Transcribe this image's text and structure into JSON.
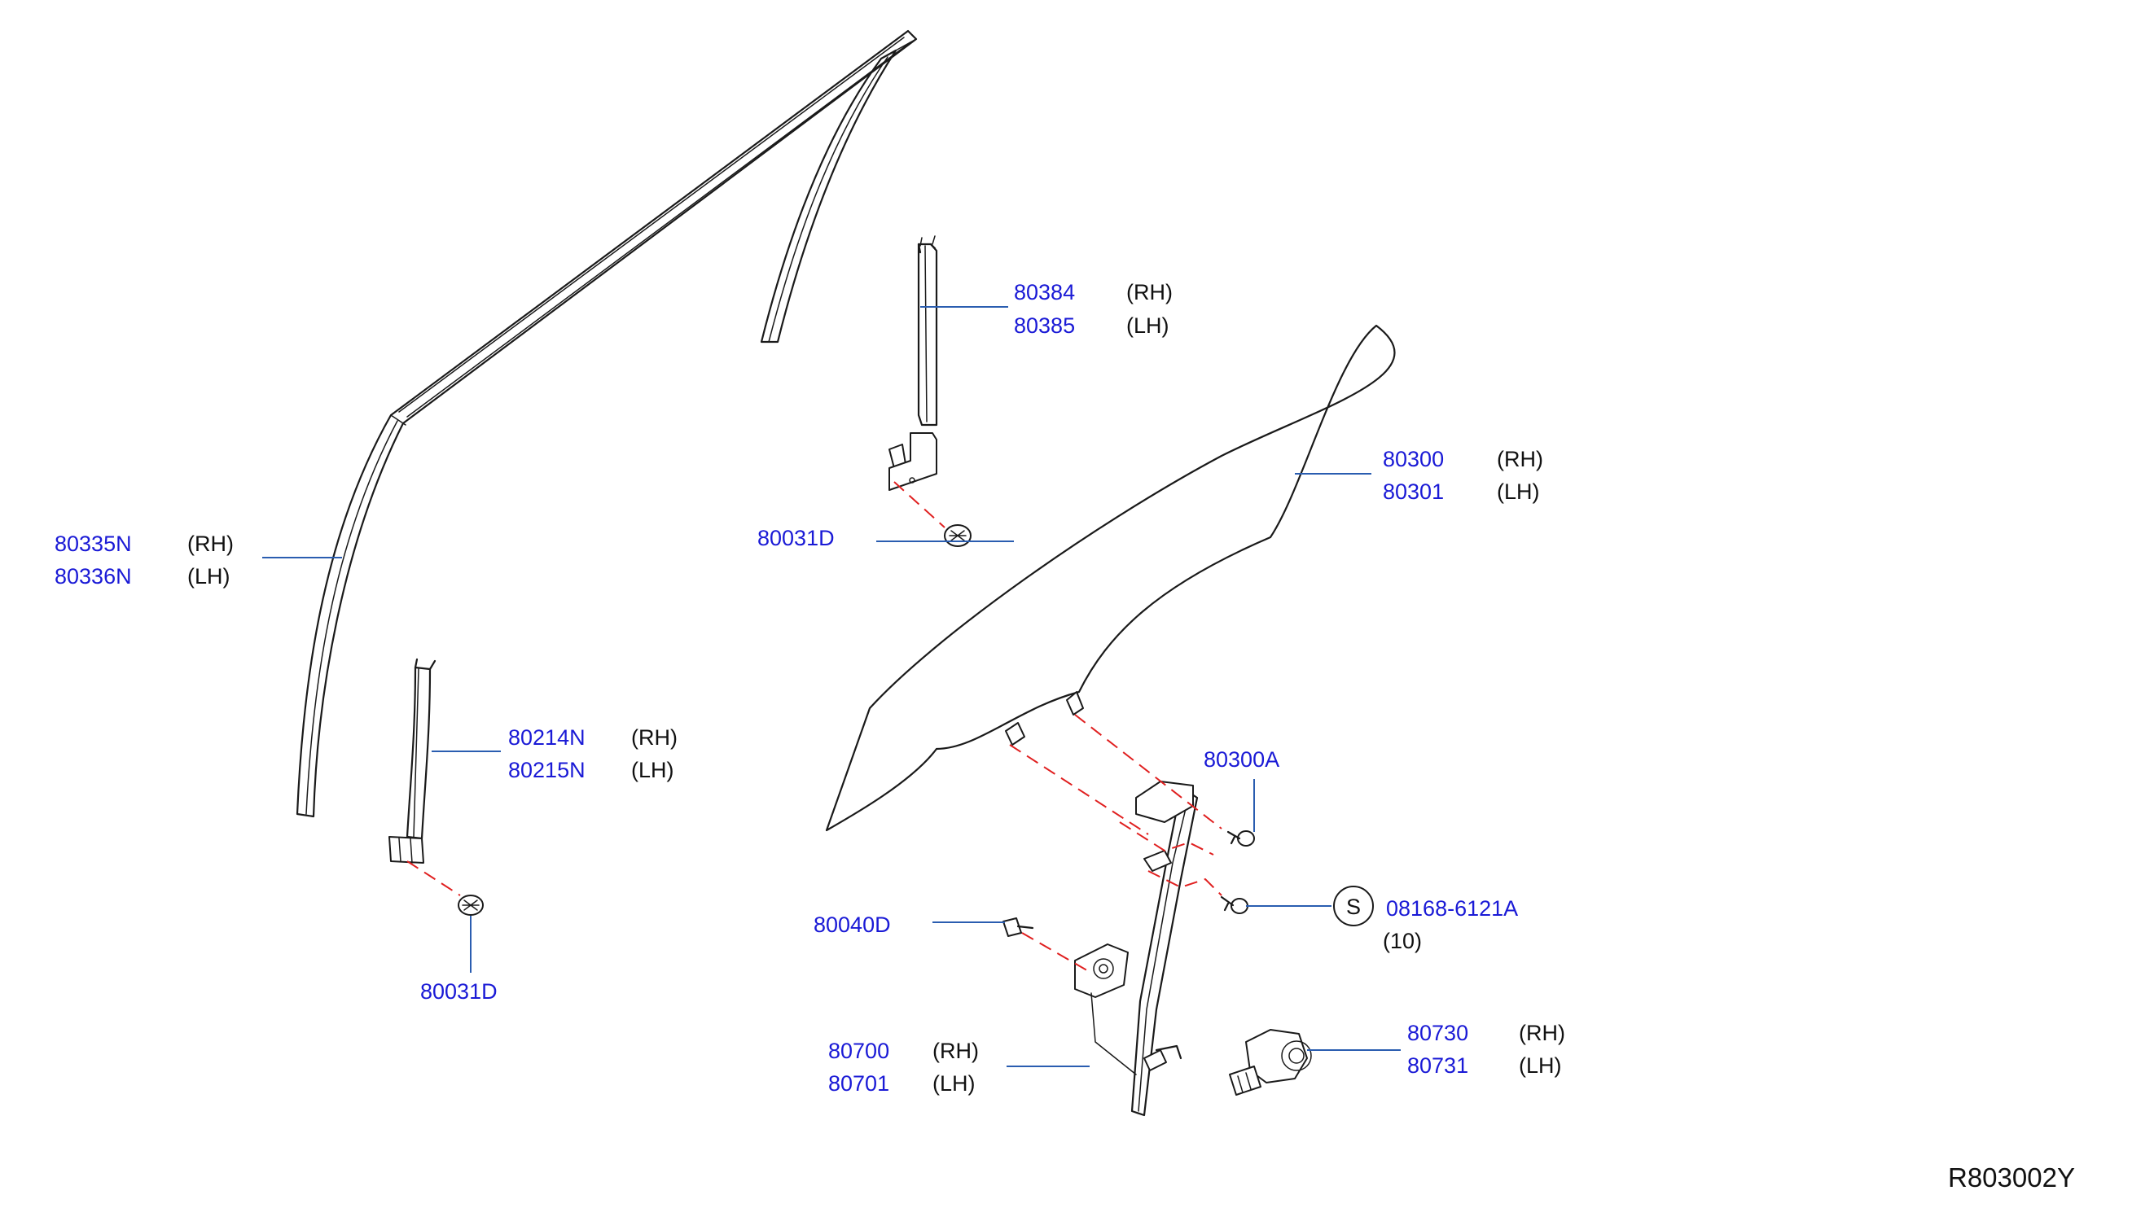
{
  "figure_code": "R803002Y",
  "symbol_label": "S",
  "callouts": [
    {
      "id": "sash-outer",
      "part_numbers": [
        "80335N",
        "80336N"
      ],
      "sides": [
        "(RH)",
        "(LH)"
      ]
    },
    {
      "id": "sash-rear",
      "part_numbers": [
        "80384",
        "80385"
      ],
      "sides": [
        "(RH)",
        "(LH)"
      ]
    },
    {
      "id": "glass",
      "part_numbers": [
        "80300",
        "80301"
      ],
      "sides": [
        "(RH)",
        "(LH)"
      ]
    },
    {
      "id": "sash-front",
      "part_numbers": [
        "80214N",
        "80215N"
      ],
      "sides": [
        "(RH)",
        "(LH)"
      ]
    },
    {
      "id": "clip-upper",
      "part_numbers": [
        "80031D"
      ],
      "sides": []
    },
    {
      "id": "clip-lower",
      "part_numbers": [
        "80031D"
      ],
      "sides": []
    },
    {
      "id": "glass-bolt",
      "part_numbers": [
        "80300A"
      ],
      "sides": []
    },
    {
      "id": "regulator-bolt",
      "part_numbers": [
        "08168-6121A"
      ],
      "sides": [],
      "qty": "(10)"
    },
    {
      "id": "grommet",
      "part_numbers": [
        "80040D"
      ],
      "sides": []
    },
    {
      "id": "regulator",
      "part_numbers": [
        "80700",
        "80701"
      ],
      "sides": [
        "(RH)",
        "(LH)"
      ]
    },
    {
      "id": "motor",
      "part_numbers": [
        "80730",
        "80731"
      ],
      "sides": [
        "(RH)",
        "(LH)"
      ]
    }
  ]
}
